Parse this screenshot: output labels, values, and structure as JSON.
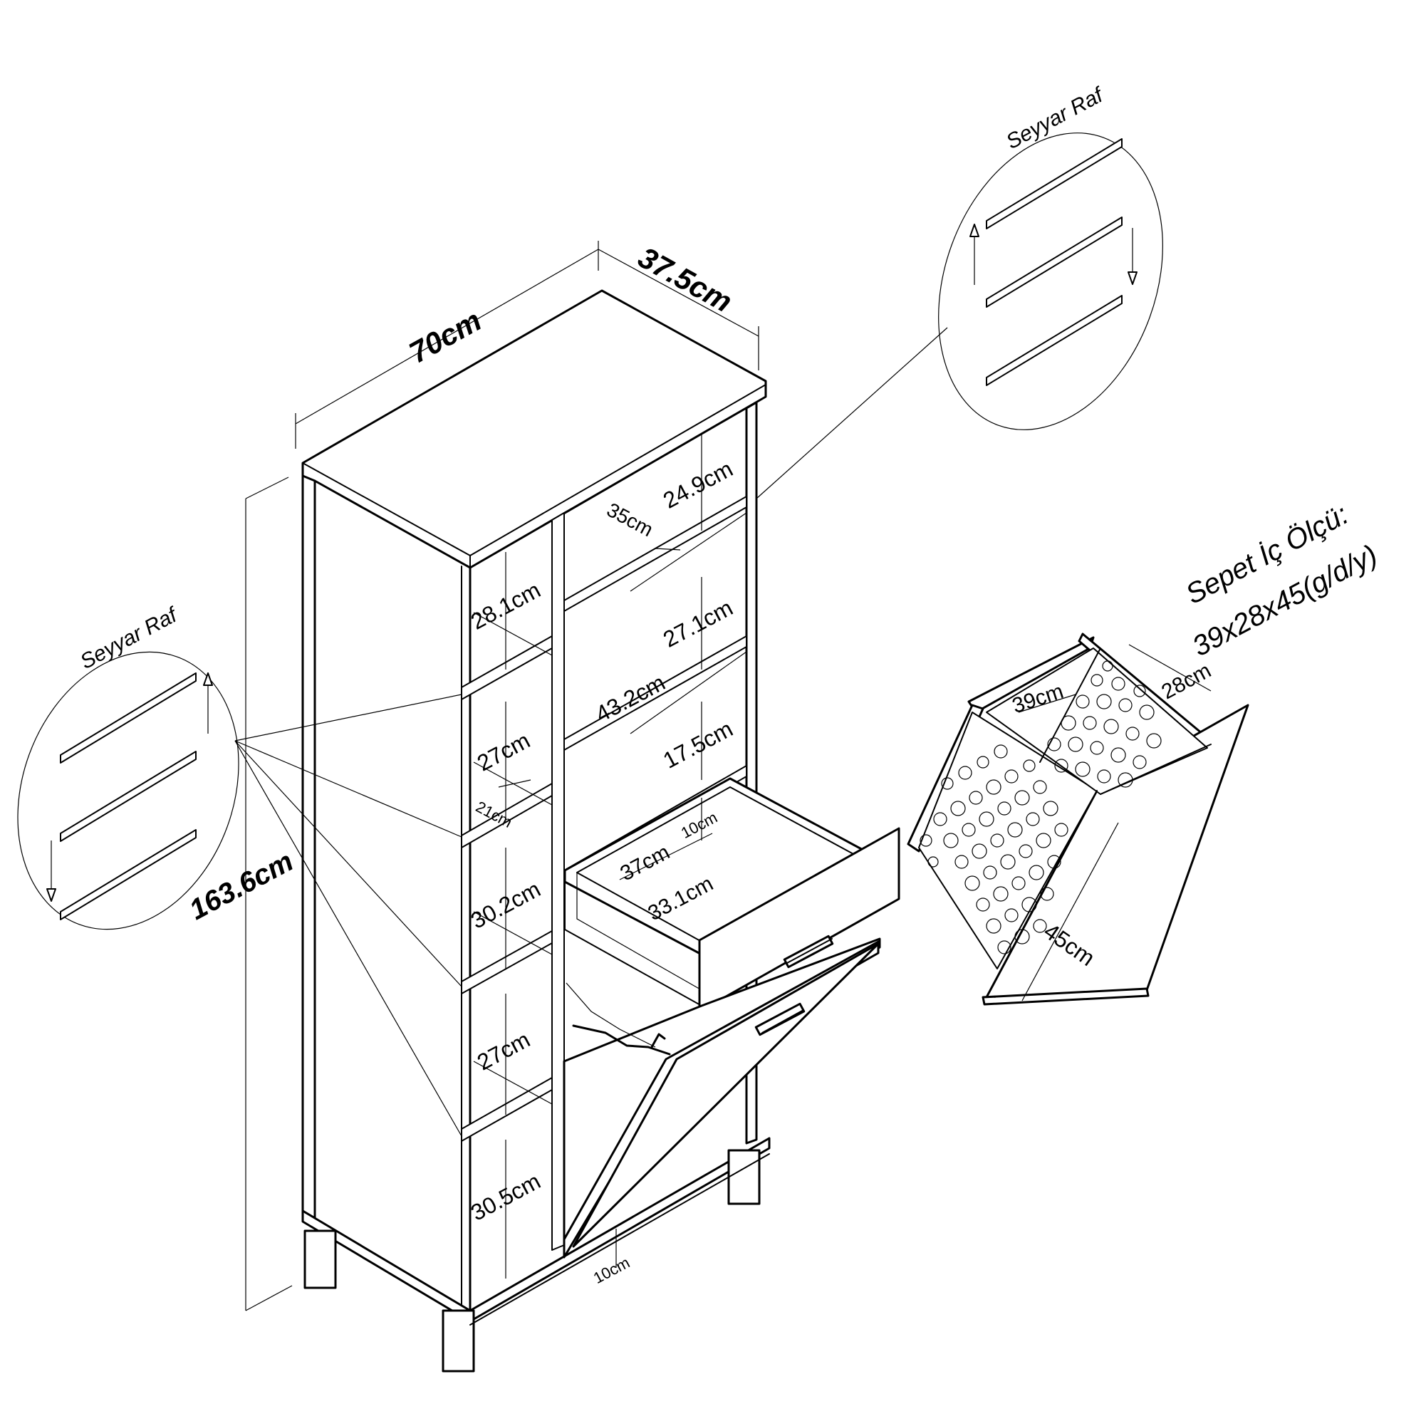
{
  "overall": {
    "width": "70cm",
    "depth": "37.5cm",
    "height": "163.6cm"
  },
  "callouts": {
    "left_shelf": "Seyyar Raf",
    "right_shelf": "Seyyar Raf"
  },
  "left_column": {
    "h1": "28.1cm",
    "h2": "27cm",
    "shelf_depth": "21cm",
    "h3": "30.2cm",
    "h4": "27cm",
    "h5": "30.5cm"
  },
  "right_column": {
    "h1": "24.9cm",
    "depth": "35cm",
    "h2": "27.1cm",
    "width": "43.2cm",
    "h3": "17.5cm",
    "drawer_height": "10cm",
    "drawer_depth": "37cm",
    "drawer_width": "33.1cm",
    "leg_height": "10cm"
  },
  "basket": {
    "title": "Sepet İç Ölçü:",
    "dims": "39x28x45(g/d/y)",
    "w": "39cm",
    "d": "28cm",
    "h": "45cm"
  }
}
